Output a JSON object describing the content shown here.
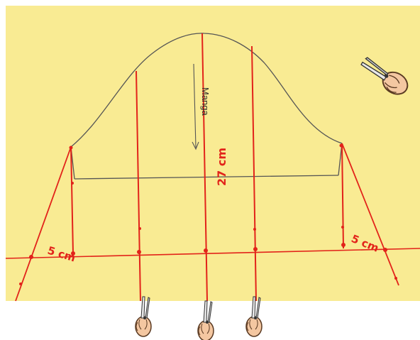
{
  "labels": {
    "piece_name": "Manga",
    "height_measure": "27 cm",
    "left_extension": "5 cm",
    "right_extension": "5 cm"
  },
  "icons": {
    "top_right": "scissors-in-hand-icon",
    "bottom": [
      "scissors-in-hand-icon",
      "scissors-in-hand-icon",
      "scissors-in-hand-icon"
    ]
  },
  "colors": {
    "paper": "#f7e98a",
    "cut_line": "#e2231a",
    "outline": "#555555",
    "skin": "#f4c7a1",
    "blade": "#d9d9d9"
  }
}
